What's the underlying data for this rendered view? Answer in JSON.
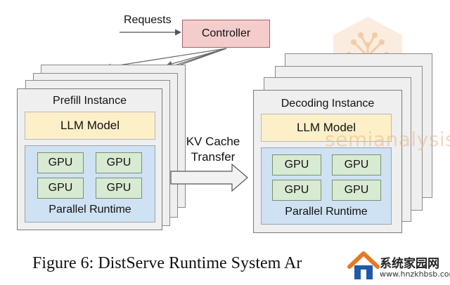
{
  "controller": {
    "label": "Controller",
    "requests_label": "Requests"
  },
  "prefill": {
    "title": "Prefill Instance",
    "model": "LLM Model",
    "gpus": [
      "GPU",
      "GPU",
      "GPU",
      "GPU"
    ],
    "runtime": "Parallel Runtime"
  },
  "decoding": {
    "title": "Decoding Instance",
    "model": "LLM Model",
    "gpus": [
      "GPU",
      "GPU",
      "GPU",
      "GPU"
    ],
    "runtime": "Parallel Runtime"
  },
  "transfer": {
    "line1": "KV Cache",
    "line2": "Transfer"
  },
  "caption": "Figure 6: DistServe Runtime System Ar",
  "watermark": {
    "text": "semianalysis",
    "site_name": "系统家园网",
    "site_url": "www.hnzkhbsb.com"
  }
}
